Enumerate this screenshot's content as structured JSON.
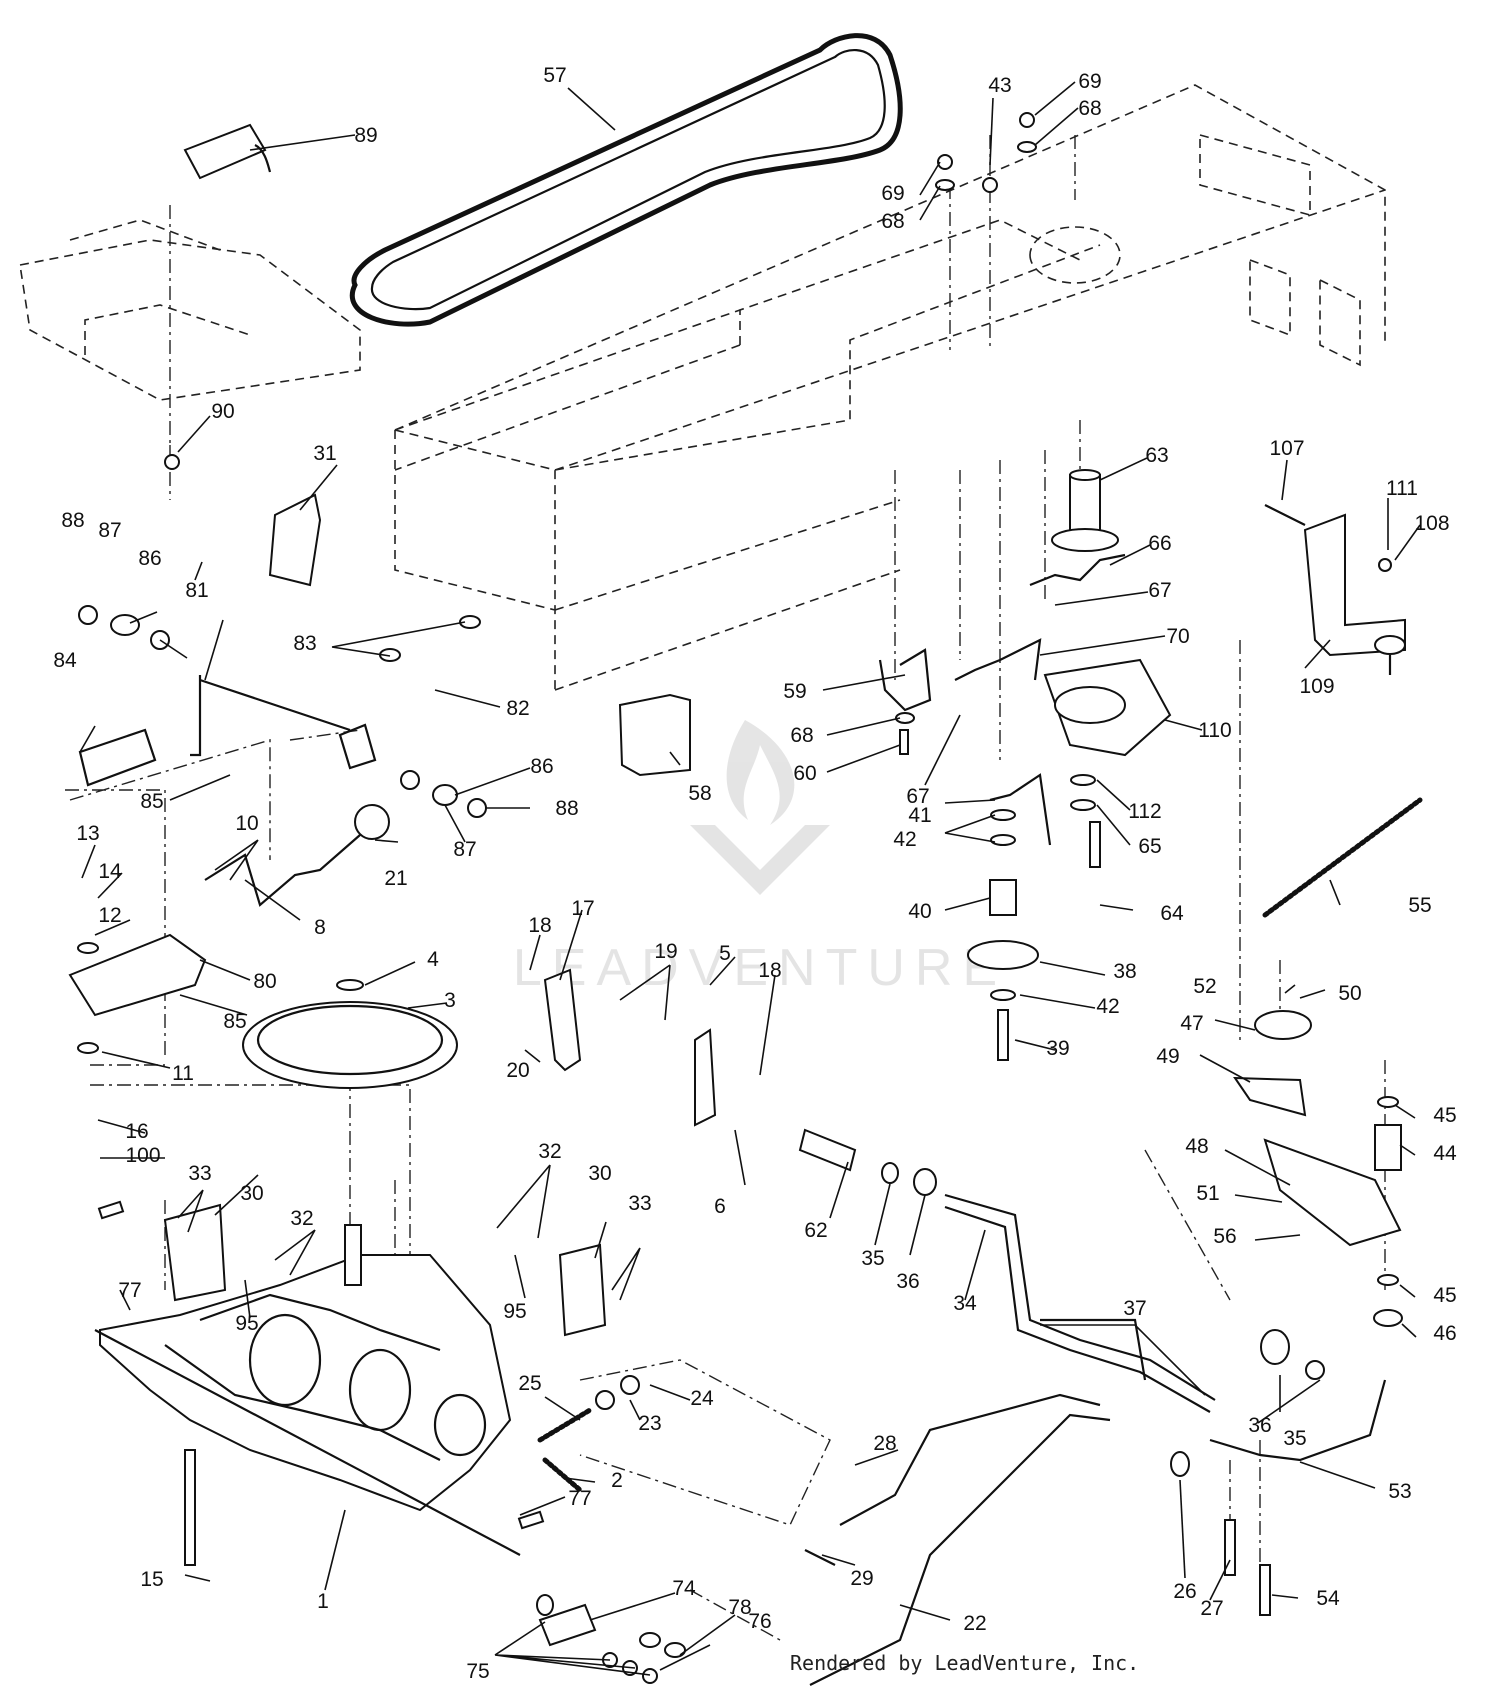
{
  "footer": "Rendered by LeadVenture, Inc.",
  "watermark": "LEADVENTURE",
  "labels": [
    "57",
    "89",
    "43",
    "69",
    "68",
    "69",
    "68",
    "90",
    "31",
    "107",
    "111",
    "108",
    "63",
    "66",
    "67",
    "70",
    "59",
    "68",
    "60",
    "67",
    "109",
    "110",
    "88",
    "87",
    "86",
    "81",
    "83",
    "82",
    "84",
    "85",
    "86",
    "88",
    "87",
    "10",
    "21",
    "58",
    "41",
    "42",
    "112",
    "65",
    "40",
    "64",
    "55",
    "13",
    "14",
    "12",
    "8",
    "80",
    "85",
    "11",
    "4",
    "3",
    "18",
    "17",
    "19",
    "5",
    "18",
    "20",
    "6",
    "38",
    "42",
    "39",
    "52",
    "50",
    "47",
    "49",
    "45",
    "44",
    "48",
    "51",
    "56",
    "45",
    "46",
    "16",
    "100",
    "33",
    "30",
    "32",
    "95",
    "32",
    "30",
    "33",
    "95",
    "62",
    "35",
    "36",
    "34",
    "37",
    "77",
    "25",
    "24",
    "23",
    "2",
    "28",
    "36",
    "35",
    "53",
    "29",
    "15",
    "1",
    "77",
    "74",
    "22",
    "26",
    "27",
    "54",
    "78",
    "76",
    "75"
  ]
}
